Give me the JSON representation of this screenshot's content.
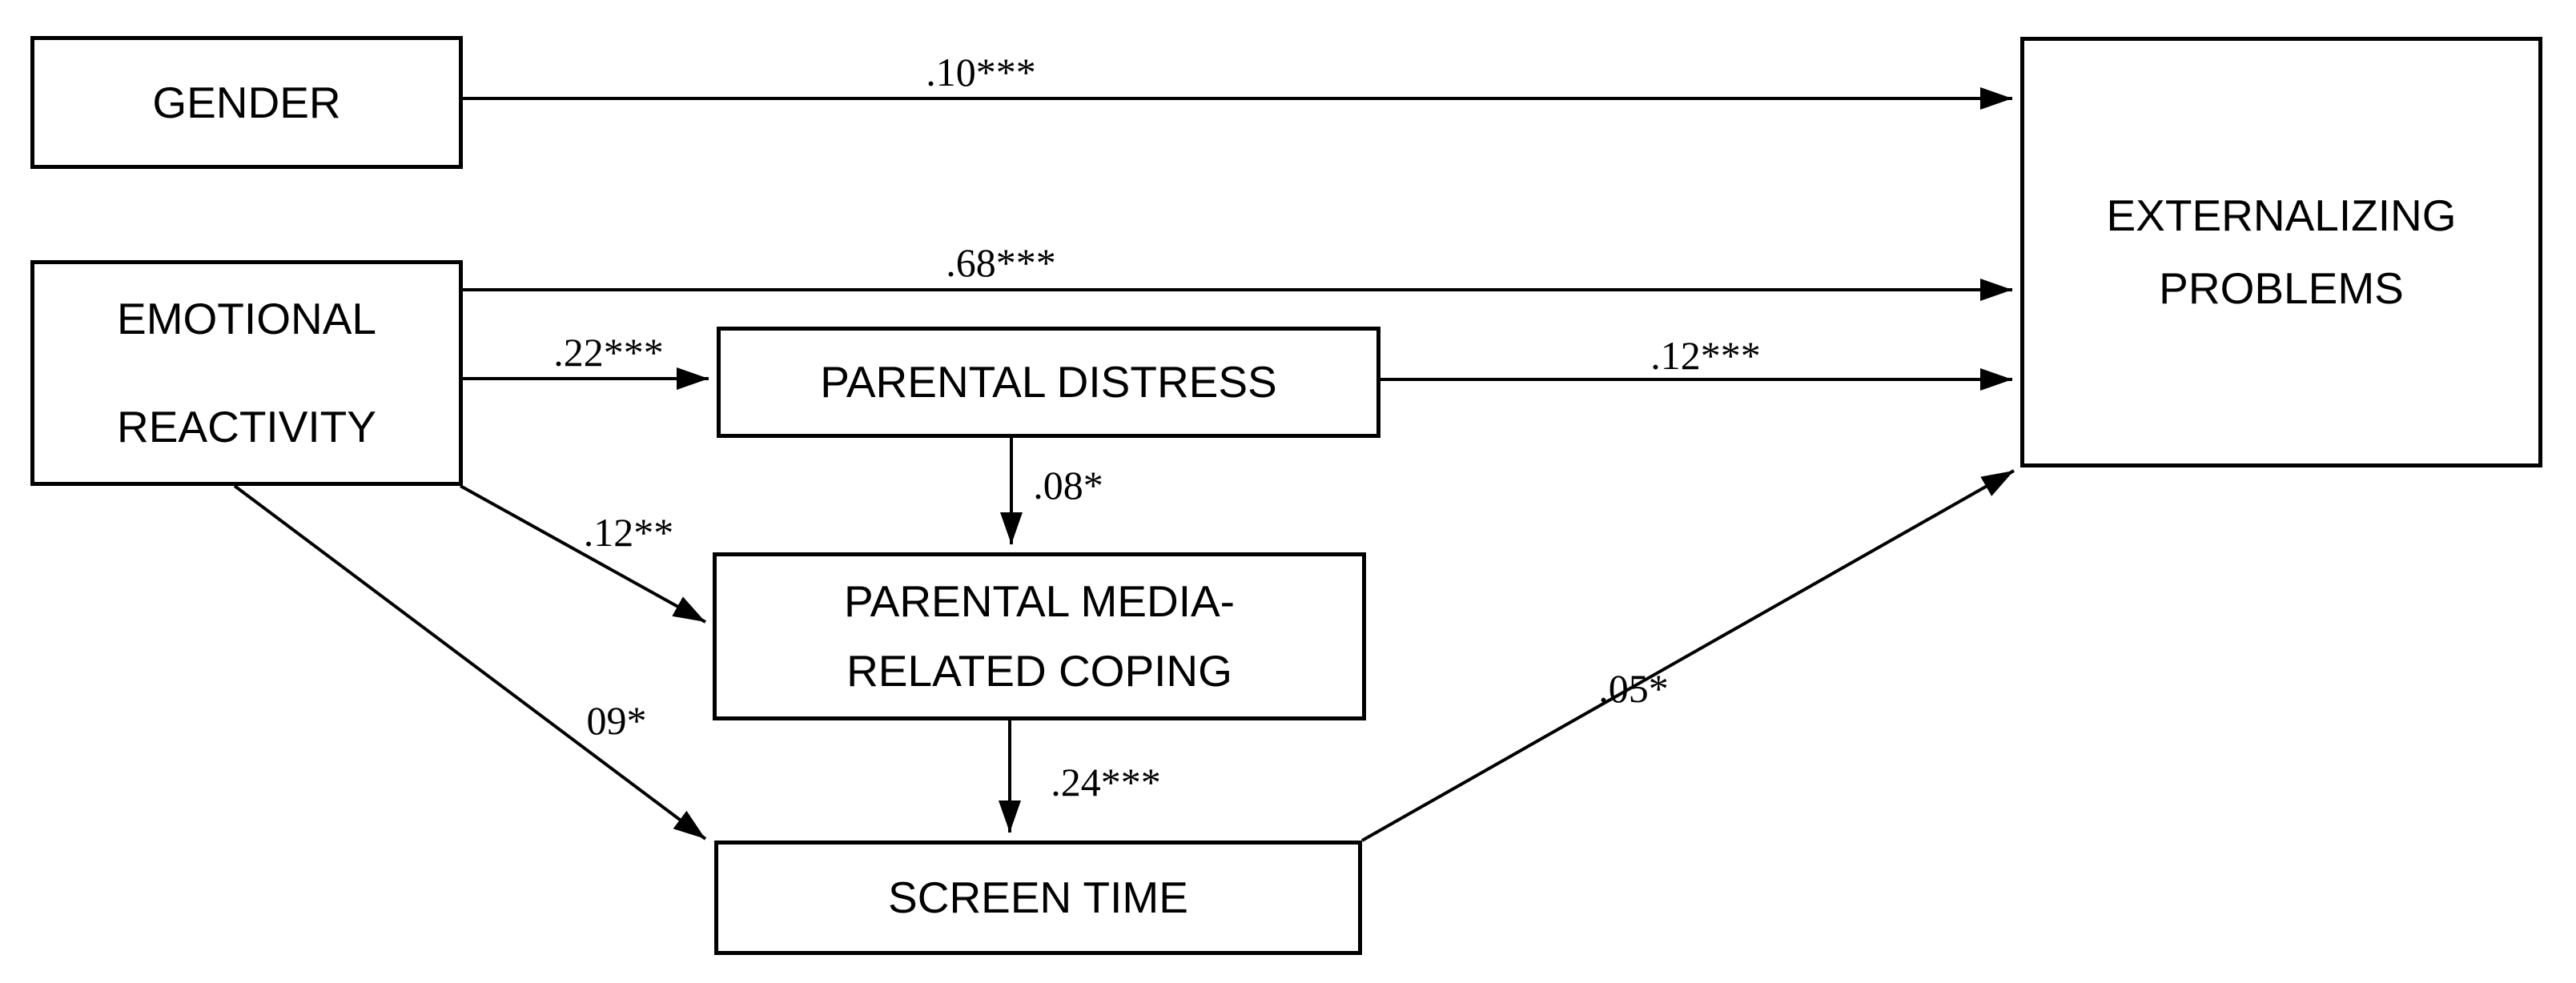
{
  "diagram": {
    "title": "Path model of predictors of externalizing problems",
    "colors": {
      "background": "#ffffff",
      "box_fill": "#ffffff",
      "box_border": "#000000",
      "line": "#000000",
      "text": "#000000"
    },
    "nodes": [
      {
        "id": "gender",
        "label": "GENDER"
      },
      {
        "id": "emotional-reactivity",
        "label": "EMOTIONAL\nREACTIVITY"
      },
      {
        "id": "parental-distress",
        "label": "PARENTAL DISTRESS"
      },
      {
        "id": "parental-media-related-coping",
        "label": "PARENTAL MEDIA-\nRELATED COPING"
      },
      {
        "id": "screen-time",
        "label": "SCREEN TIME"
      },
      {
        "id": "externalizing-problems",
        "label": "EXTERNALIZING\nPROBLEMS"
      }
    ],
    "edges": [
      {
        "from": "gender",
        "to": "externalizing-problems",
        "coefficient": ".10***"
      },
      {
        "from": "emotional-reactivity",
        "to": "externalizing-problems",
        "coefficient": ".68***"
      },
      {
        "from": "emotional-reactivity",
        "to": "parental-distress",
        "coefficient": ".22***"
      },
      {
        "from": "parental-distress",
        "to": "externalizing-problems",
        "coefficient": ".12***"
      },
      {
        "from": "parental-distress",
        "to": "parental-media-related-coping",
        "coefficient": ".08*"
      },
      {
        "from": "emotional-reactivity",
        "to": "parental-media-related-coping",
        "coefficient": ".12**"
      },
      {
        "from": "emotional-reactivity",
        "to": "screen-time",
        "coefficient": "09*"
      },
      {
        "from": "parental-media-related-coping",
        "to": "screen-time",
        "coefficient": ".24***"
      },
      {
        "from": "screen-time",
        "to": "externalizing-problems",
        "coefficient": ".05*"
      }
    ]
  }
}
